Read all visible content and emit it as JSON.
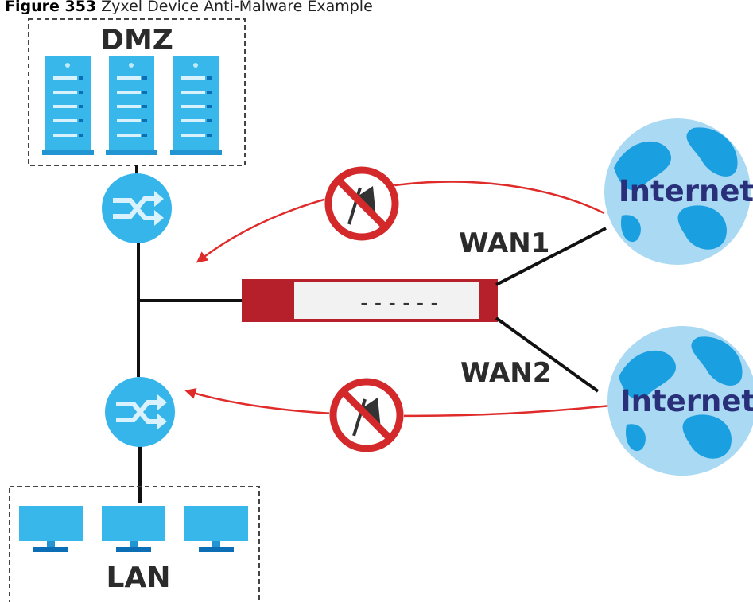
{
  "caption": {
    "figure_number": "Figure 353",
    "title": "Zyxel Device Anti-Malware Example"
  },
  "zones": {
    "dmz": {
      "label": "DMZ"
    },
    "lan": {
      "label": "LAN"
    }
  },
  "links": {
    "wan1": "WAN1",
    "wan2": "WAN2"
  },
  "internet": {
    "top": "Internet",
    "bottom": "Internet"
  },
  "device": {
    "front_panel_text": "------"
  },
  "colors": {
    "node_blue": "#35b5ea",
    "arrow_red": "#e02b2b",
    "device_red": "#b5202a",
    "globe_blue": "#a9d9f3",
    "globe_land": "#1a9fe0",
    "server_blue": "#37b7ea"
  },
  "icons": {
    "blocked": "no-malware-icon",
    "switch": "switch-icon",
    "server": "server-icon",
    "computer": "monitor-icon",
    "globe": "globe-icon"
  }
}
